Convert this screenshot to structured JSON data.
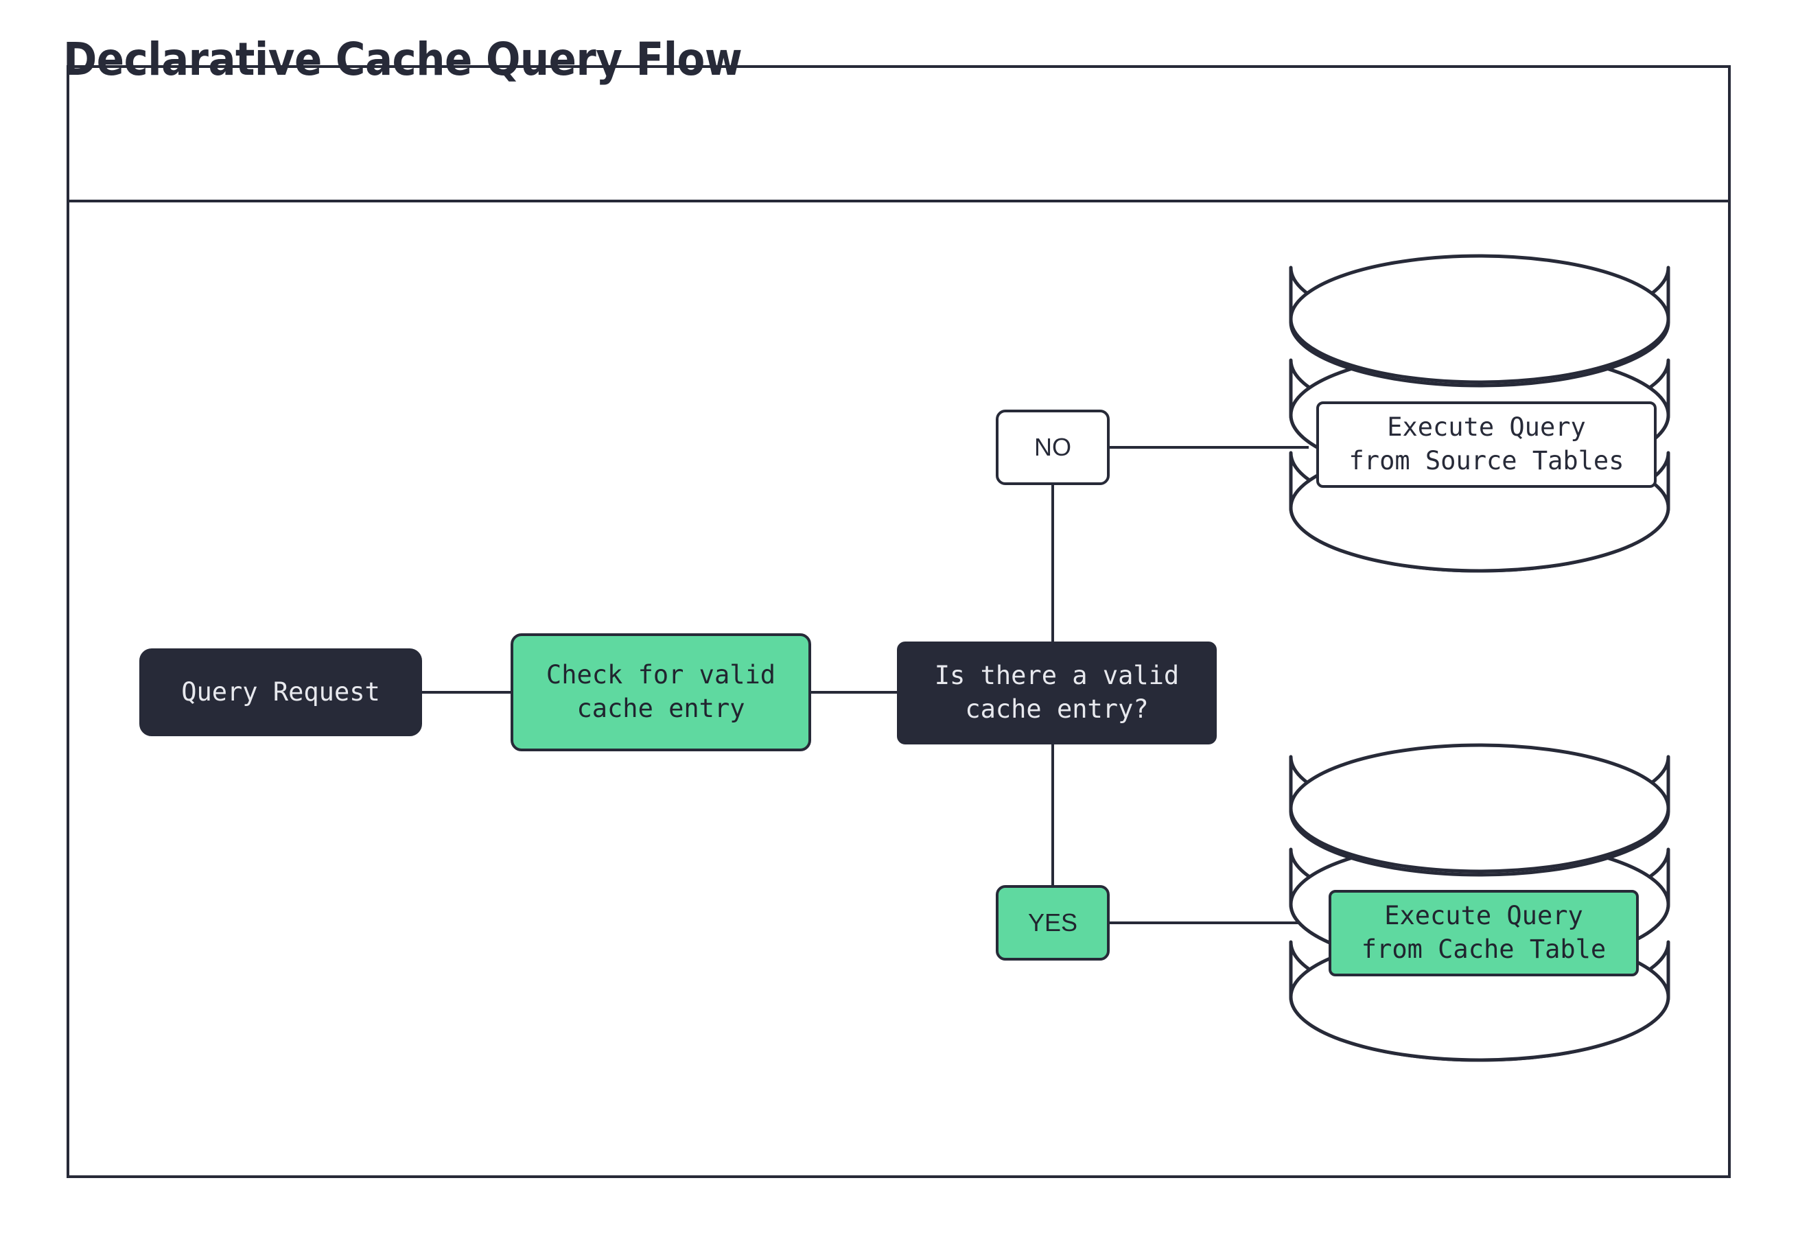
{
  "title": "Declarative Cache Query Flow",
  "colors": {
    "dark": "#272a38",
    "green": "#5fd9a0",
    "white": "#ffffff",
    "text_light": "#e8e9ee"
  },
  "nodes": {
    "query_request": "Query Request",
    "check_cache": "Check for valid\ncache entry",
    "decision": "Is there a valid\ncache entry?",
    "execute_source": "Execute Query\nfrom Source Tables",
    "execute_cache": "Execute Query\nfrom Cache Table"
  },
  "edge_labels": {
    "no": "NO",
    "yes": "YES"
  },
  "shapes": {
    "source_cylinder": "database-cylinder-icon",
    "cache_cylinder": "database-cylinder-icon"
  },
  "flow": [
    {
      "from": "Query Request",
      "to": "Check for valid cache entry",
      "label": ""
    },
    {
      "from": "Check for valid cache entry",
      "to": "Is there a valid cache entry?",
      "label": ""
    },
    {
      "from": "Is there a valid cache entry?",
      "to": "Execute Query from Source Tables",
      "label": "NO"
    },
    {
      "from": "Is there a valid cache entry?",
      "to": "Execute Query from Cache Table",
      "label": "YES"
    }
  ]
}
